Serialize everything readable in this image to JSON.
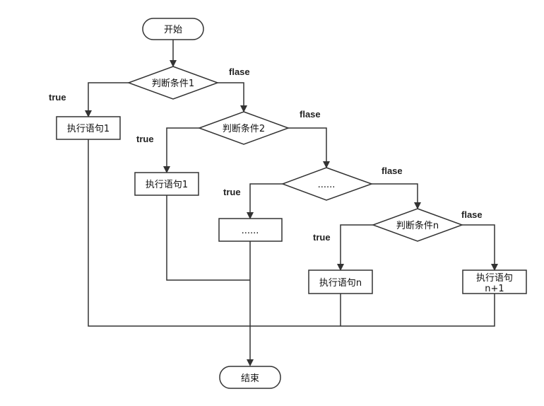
{
  "nodes": {
    "start": "开始",
    "cond1": "判断条件1",
    "stmt1": "执行语句1",
    "cond2": "判断条件2",
    "stmt2": "执行语句1",
    "cond_ellipsis": "......",
    "stmt_ellipsis": "......",
    "condn": "判断条件n",
    "stmtn": "执行语句n",
    "stmt_last_line1": "执行语句",
    "stmt_last_line2": "n+1",
    "end": "结束"
  },
  "edge_labels": {
    "true1": "true",
    "false1": "flase",
    "true2": "true",
    "false2": "flase",
    "true3": "true",
    "false3": "flase",
    "true4": "true",
    "false4": "flase"
  }
}
